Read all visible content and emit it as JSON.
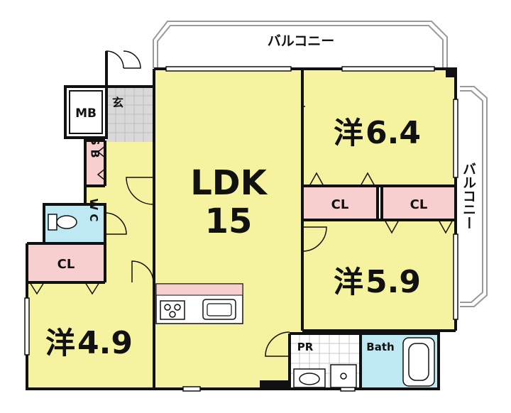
{
  "floorplan": {
    "colors": {
      "room_fill": "#f5f3a0",
      "closet_fill": "#f7cfcf",
      "wet_fill": "#bfe9f2",
      "entrance_fill": "#d9d9d9",
      "wall": "#111111",
      "balcony_line": "#9a9a9a"
    },
    "balcony_top": "バルコニー",
    "balcony_right": "バルコニー",
    "mb": "MB",
    "entrance": "玄",
    "sb": "S B",
    "wc": "W C",
    "ldk": {
      "name": "LDK",
      "size": "15"
    },
    "rooms": [
      {
        "kind": "洋",
        "size": "6.4"
      },
      {
        "kind": "洋",
        "size": "5.9"
      },
      {
        "kind": "洋",
        "size": "4.9"
      }
    ],
    "closets": [
      "CL",
      "CL",
      "CL"
    ],
    "pr": "PR",
    "bath": "Bath",
    "icons": [
      "stove-icon",
      "kitchen-sink-icon",
      "toilet-icon",
      "washbasin-icon",
      "washing-machine-pan-icon",
      "bathtub-icon"
    ]
  }
}
